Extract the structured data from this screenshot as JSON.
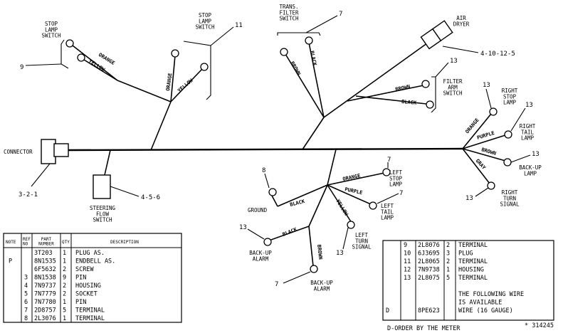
{
  "components": {
    "stop_lamp_switch_left": "STOP\nLAMP\nSWITCH",
    "stop_lamp_switch_right": "STOP\nLAMP\nSWITCH",
    "trans_filter_switch": "TRANS.\nFILTER\nSWITCH",
    "air_dryer": "AIR\nDRYER",
    "filter_arm_switch": "FILTER\nARM\nSWITCH",
    "right_stop_lamp": "RIGHT\nSTOP\nLAMP",
    "right_tail_lamp": "RIGHT\nTAIL\nLAMP",
    "back_up_lamp": "BACK-UP\nLAMP",
    "right_turn_signal": "RIGHT\nTURN\nSIGNAL",
    "connector": "CONNECTOR",
    "steering_flow_switch": "STEERING\nFLOW\nSWITCH",
    "left_stop_lamp": "LEFT\nSTOP\nLAMP",
    "left_tail_lamp": "LEFT\nTAIL\nLAMP",
    "left_turn_signal": "LEFT\nTURN\nSIGNAL",
    "ground": "GROUND",
    "back_up_alarm_left": "BACK-UP\nALARM",
    "back_up_alarm_bottom": "BACK-UP\nALARM"
  },
  "wire_colors": {
    "orange": "ORANGE",
    "yellow": "YELLOW",
    "brown": "BROWN",
    "black": "BLACK",
    "purple": "PURPLE",
    "gray": "GRAY"
  },
  "callouts": {
    "c9": "9",
    "c11": "11",
    "c7_top": "7",
    "c4_10_12_5": "4-10-12-5",
    "c13_filter": "13",
    "c13_stop": "13",
    "c13_tail": "13",
    "c13_backup": "13",
    "c13_turn": "13",
    "c3_2_1": "3-2-1",
    "c4_5_6": "4-5-6",
    "c8": "8",
    "c7_left_stop": "7",
    "c7_left_tail": "7",
    "c13_left_turn": "13",
    "c13_backup_alarm": "13",
    "c7_backup_alarm": "7"
  },
  "table_left": {
    "headers": {
      "note": "NOTE",
      "ref_no": "REF\nNO",
      "part_number": "PART\nNUMBER",
      "qty": "QTY",
      "description": "DESCRIPTION"
    },
    "rows": [
      {
        "note": "",
        "ref": "",
        "part": "3T203",
        "qty": "1",
        "desc": "PLUG AS."
      },
      {
        "note": "P",
        "ref": "",
        "part": "8N1535",
        "qty": "1",
        "desc": "ENDBELL AS."
      },
      {
        "note": "",
        "ref": "",
        "part": "6F5632",
        "qty": "2",
        "desc": "SCREW"
      },
      {
        "note": "",
        "ref": "3",
        "part": "8N1538",
        "qty": "9",
        "desc": "PIN"
      },
      {
        "note": "",
        "ref": "4",
        "part": "7N9737",
        "qty": "2",
        "desc": "HOUSING"
      },
      {
        "note": "",
        "ref": "5",
        "part": "7N7779",
        "qty": "2",
        "desc": "SOCKET"
      },
      {
        "note": "",
        "ref": "6",
        "part": "7N7780",
        "qty": "1",
        "desc": "PIN"
      },
      {
        "note": "",
        "ref": "7",
        "part": "2D8757",
        "qty": "5",
        "desc": "TERMINAL"
      },
      {
        "note": "",
        "ref": "8",
        "part": "2L3076",
        "qty": "1",
        "desc": "TERMINAL"
      }
    ]
  },
  "table_right": {
    "rows": [
      {
        "note": "",
        "ref": "9",
        "part": "2L8076",
        "qty": "2",
        "desc": "TERMINAL"
      },
      {
        "note": "",
        "ref": "10",
        "part": "6J3695",
        "qty": "3",
        "desc": "PLUG"
      },
      {
        "note": "",
        "ref": "11",
        "part": "2L8065",
        "qty": "2",
        "desc": "TERMINAL"
      },
      {
        "note": "",
        "ref": "12",
        "part": "7N9738",
        "qty": "1",
        "desc": "HOUSING"
      },
      {
        "note": "",
        "ref": "13",
        "part": "2L8075",
        "qty": "5",
        "desc": "TERMINAL"
      },
      {
        "note": "",
        "ref": "",
        "part": "",
        "qty": "",
        "desc": ""
      },
      {
        "note": "",
        "ref": "",
        "part": "",
        "qty": "",
        "desc": "THE FOLLOWING WIRE"
      },
      {
        "note": "",
        "ref": "",
        "part": "",
        "qty": "",
        "desc": "IS AVAILABLE"
      },
      {
        "note": "D",
        "ref": "",
        "part": "8PE623",
        "qty": "",
        "desc": "WIRE (16 GAUGE)"
      }
    ],
    "footnote": "D-ORDER BY THE METER"
  },
  "figure_id": "* 314245"
}
